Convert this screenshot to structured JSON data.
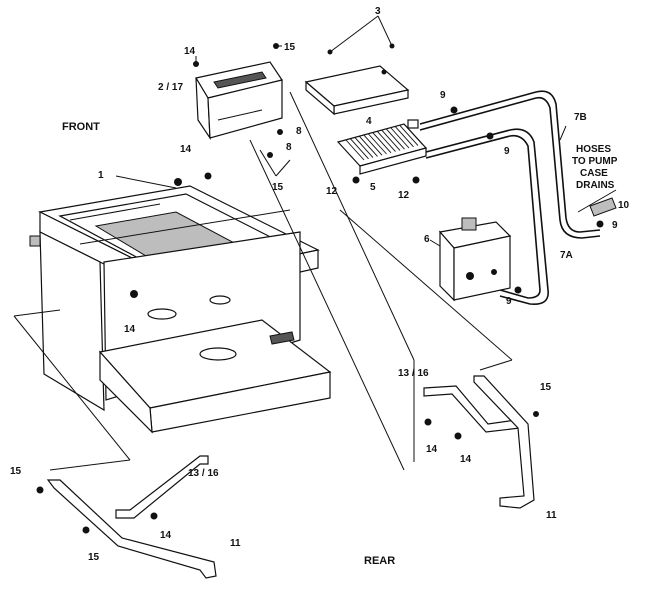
{
  "diagram": {
    "labels": {
      "front": "FRONT",
      "rear": "REAR",
      "hoses": [
        "HOSES",
        "TO PUMP",
        "CASE",
        "DRAINS"
      ],
      "callouts": [
        {
          "id": "c3",
          "text": "3"
        },
        {
          "id": "c14a",
          "text": "14"
        },
        {
          "id": "c15a",
          "text": "15"
        },
        {
          "id": "c2_17",
          "text": "2 / 17"
        },
        {
          "id": "c9a",
          "text": "9"
        },
        {
          "id": "c7b",
          "text": "7B"
        },
        {
          "id": "c4",
          "text": "4"
        },
        {
          "id": "c8a",
          "text": "8"
        },
        {
          "id": "c8b",
          "text": "8"
        },
        {
          "id": "c9b",
          "text": "9"
        },
        {
          "id": "c14b",
          "text": "14"
        },
        {
          "id": "c15b",
          "text": "15"
        },
        {
          "id": "c1",
          "text": "1"
        },
        {
          "id": "c12a",
          "text": "12"
        },
        {
          "id": "c5",
          "text": "5"
        },
        {
          "id": "c12b",
          "text": "12"
        },
        {
          "id": "c10",
          "text": "10"
        },
        {
          "id": "c9c",
          "text": "9"
        },
        {
          "id": "c6",
          "text": "6"
        },
        {
          "id": "c7a",
          "text": "7A"
        },
        {
          "id": "c9d",
          "text": "9"
        },
        {
          "id": "c14c",
          "text": "14"
        },
        {
          "id": "c13_16a",
          "text": "13 / 16"
        },
        {
          "id": "c15c",
          "text": "15"
        },
        {
          "id": "c14d",
          "text": "14"
        },
        {
          "id": "c14e",
          "text": "14"
        },
        {
          "id": "c11a",
          "text": "11"
        },
        {
          "id": "c15d",
          "text": "15"
        },
        {
          "id": "c13_16b",
          "text": "13 / 16"
        },
        {
          "id": "c14f",
          "text": "14"
        },
        {
          "id": "c15e",
          "text": "15"
        },
        {
          "id": "c11b",
          "text": "11"
        }
      ]
    }
  }
}
